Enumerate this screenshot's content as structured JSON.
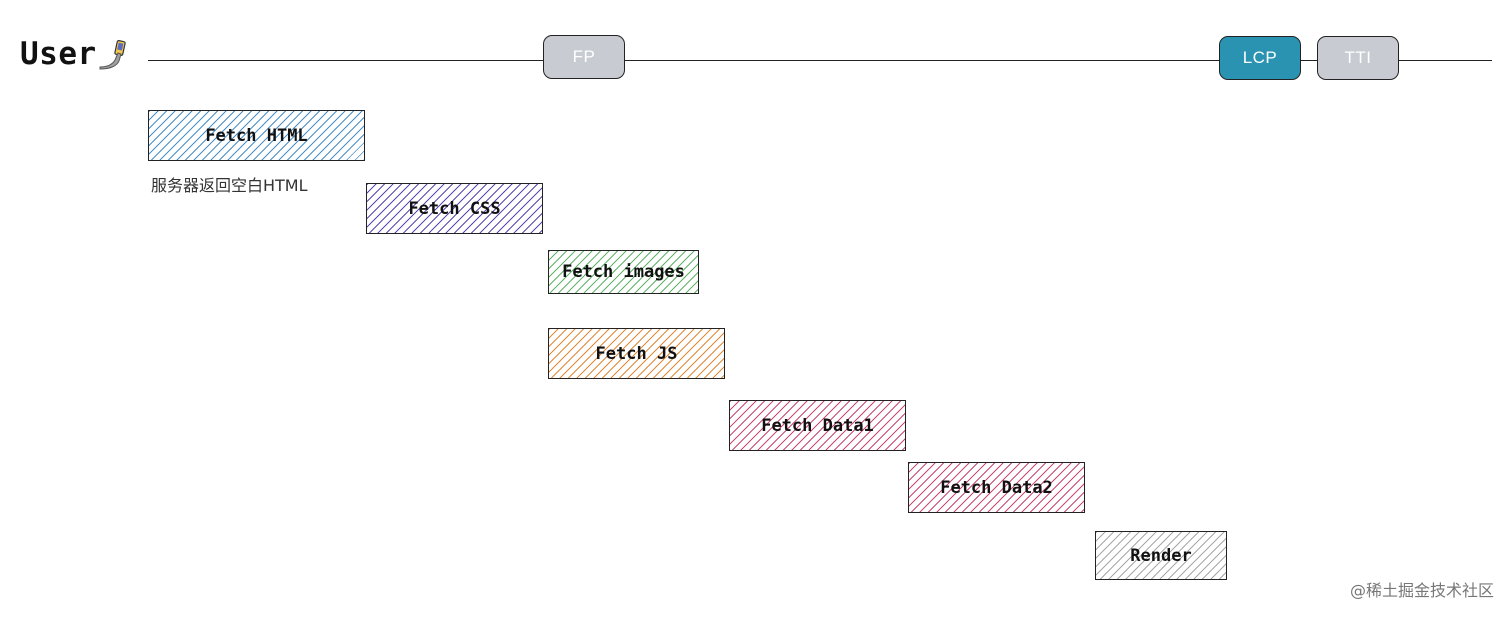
{
  "user": {
    "label": "User",
    "icon": "hand-holding-phone-icon"
  },
  "markers": {
    "fp": {
      "label": "FP",
      "color": "#c8cbd1"
    },
    "lcp": {
      "label": "LCP",
      "color": "#2b93b2"
    },
    "tti": {
      "label": "TTI",
      "color": "#c8cbd1"
    }
  },
  "tasks": [
    {
      "label": "Fetch HTML",
      "color": "#4a90c8"
    },
    {
      "label": "Fetch CSS",
      "color": "#5a4ab0"
    },
    {
      "label": "Fetch images",
      "color": "#62b36a"
    },
    {
      "label": "Fetch JS",
      "color": "#e08a3a"
    },
    {
      "label": "Fetch Data1",
      "color": "#c94a72"
    },
    {
      "label": "Fetch Data2",
      "color": "#c94a72"
    },
    {
      "label": "Render",
      "color": "#a8a8a8"
    }
  ],
  "note": "服务器返回空白HTML",
  "watermark": "@稀土掘金技术社区"
}
